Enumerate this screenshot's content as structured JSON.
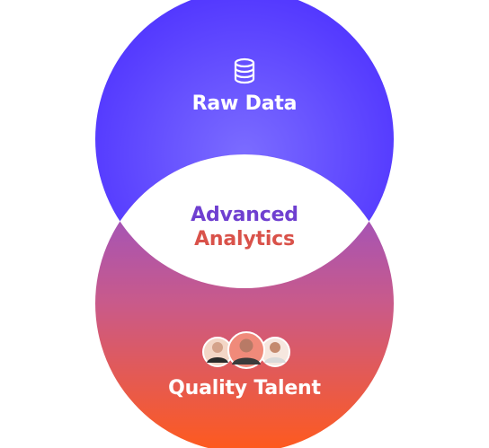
{
  "diagram": {
    "type": "venn",
    "top_circle": {
      "label": "Raw Data",
      "icon": "database-icon"
    },
    "bottom_circle": {
      "label": "Quality Talent",
      "icon": "people-avatars"
    },
    "intersection": {
      "line1": "Advanced",
      "line2": "Analytics"
    },
    "colors": {
      "top_fill": "#5a3cff",
      "top_fill_light": "#7a65ff",
      "bottom_top": "#8a52c8",
      "bottom_bottom": "#ff5a1f",
      "intersection_fill": "#ffffff",
      "center_text_1": "#6f3fd0",
      "center_text_2": "#d9524a"
    }
  }
}
